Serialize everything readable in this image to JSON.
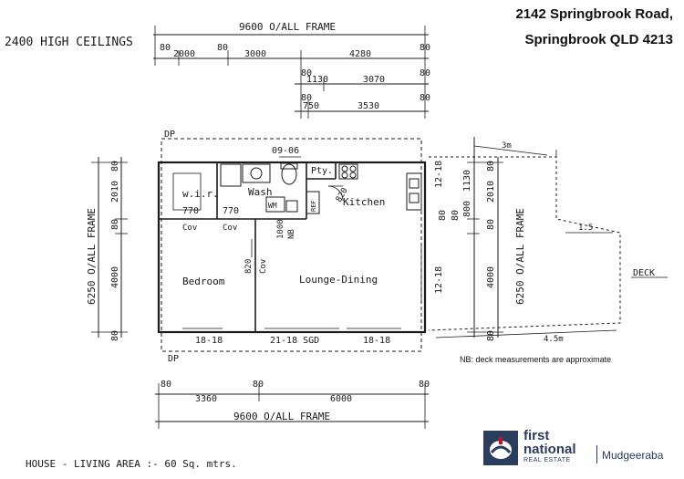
{
  "address": {
    "line1": "2142 Springbrook Road,",
    "line2": "Springbrook QLD 4213"
  },
  "plan": {
    "ceiling_note": "2400 HIGH CEILINGS",
    "top_dims": {
      "overall": "9600 O/ALL FRAME",
      "row1": [
        "80",
        "2000",
        "80",
        "3000",
        "4280",
        "80"
      ],
      "row2": [
        "80",
        "1130",
        "3070",
        "80"
      ],
      "row3": [
        "80",
        "750",
        "3530",
        "80"
      ]
    },
    "bottom_dims": {
      "overall": "9600 O/ALL FRAME",
      "row": [
        "80",
        "3360",
        "80",
        "6000",
        "80"
      ]
    },
    "left_dims": {
      "overall": "6250 O/ALL FRAME",
      "parts": [
        "80",
        "2010",
        "80",
        "4000",
        "80"
      ]
    },
    "right_dims": {
      "overall": "6250 O/ALL FRAME",
      "parts": [
        "80",
        "2010",
        "80",
        "4000",
        "80"
      ],
      "inner": [
        "12-18",
        "1130",
        "800",
        "80",
        "80",
        "12-18"
      ]
    },
    "rooms": {
      "wir": "w.i.r.",
      "wash": "Wash",
      "pantry": "Pty.",
      "kitchen": "Kitchen",
      "bedroom": "Bedroom",
      "lounge": "Lounge-Dining"
    },
    "labels": {
      "window_top": "09-06",
      "wir_770": "770",
      "wash_770": "770",
      "cov1": "Cov",
      "cov2": "Cov",
      "cov3": "Cov",
      "door_820a": "820",
      "door_820b": "820",
      "door_1000": "1000",
      "nb": "NB",
      "wm": "WM",
      "ref": "REF",
      "dp_top": "DP",
      "dp_bottom": "DP",
      "win_bed": "18-18",
      "win_sgd": "21-18 SGD",
      "win_lounge": "18-18"
    },
    "deck": {
      "label": "DECK",
      "dim1": "3m",
      "dim2": "1.5",
      "dim3": "4.5m",
      "note": "NB: deck measurements are approximate"
    },
    "living_area": "HOUSE - LIVING AREA :-  60 Sq. mtrs."
  },
  "branding": {
    "name_line1": "first",
    "name_line2": "national",
    "sub": "REAL ESTATE",
    "office": "Mudgeeraba"
  }
}
